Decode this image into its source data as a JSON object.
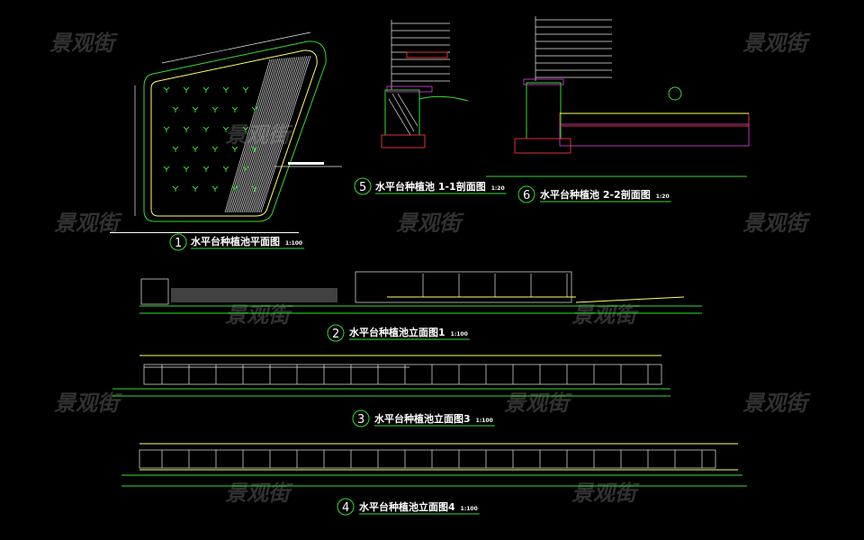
{
  "watermark": "景观街",
  "drawings": [
    {
      "number": "1",
      "title": "水平台种植池平面图",
      "scale": "1:100"
    },
    {
      "number": "5",
      "title": "水平台种植池 1-1剖面图",
      "scale": "1:20"
    },
    {
      "number": "6",
      "title": "水平台种植池 2-2剖面图",
      "scale": "1:20"
    },
    {
      "number": "2",
      "title": "水平台种植池立面图1",
      "scale": "1:100"
    },
    {
      "number": "3",
      "title": "水平台种植池立面图3",
      "scale": "1:100"
    },
    {
      "number": "4",
      "title": "水平台种植池立面图4",
      "scale": "1:100"
    }
  ],
  "colors": {
    "background": "#000000",
    "green": "#33dd33",
    "yellow": "#ffff66",
    "white": "#e8e8e8",
    "red": "#e03030",
    "magenta": "#e040e0"
  }
}
